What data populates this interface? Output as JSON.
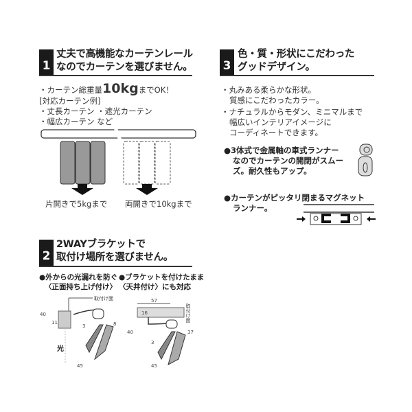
{
  "section1": {
    "number": "1",
    "title_line1": "丈夫で高機能なカーテンレール",
    "title_line2": "なのでカーテンを選びません。",
    "weight_prefix": "・カーテン総重量",
    "weight_value": "10kg",
    "weight_suffix": "までOK！",
    "examples_header": "[対応カーテン例]",
    "examples_line1": "・丈長カーテン ・遮光カーテン",
    "examples_line2": "・幅広カーテン など",
    "caption_single": "片開きで5kgまで",
    "caption_double": "両開きで10kgまで"
  },
  "section2": {
    "number": "2",
    "title_line1": "2WAYブラケットで",
    "title_line2": "取付け場所を選びません。",
    "left_label_line1": "●外からの光漏れを防ぐ",
    "left_label_line2": "〈正面持ち上げ付け〉",
    "right_label_line1": "●ブラケットを付けたまま",
    "right_label_line2": "〈天井付け〉にも対応",
    "left_diagram": {
      "mount_surface": "取付け面",
      "dim_40": "40",
      "dim_11": "11",
      "dim_3": "3",
      "dim_8": "8",
      "dim_45": "45",
      "light": "光"
    },
    "right_diagram": {
      "mount_surface": "取付け面",
      "dim_57": "57",
      "dim_16": "16",
      "dim_40": "40",
      "dim_37": "37",
      "dim_3": "3",
      "dim_45": "45"
    }
  },
  "section3": {
    "number": "3",
    "title_line1": "色・質・形状にこだわった",
    "title_line2": "グッドデザイン。",
    "bullet1_line1": "・丸みある柔らかな形状。",
    "bullet1_line2": "質感にこだわったカラー。",
    "bullet2_line1": "・ナチュラルからモダン、ミニマルまで",
    "bullet2_line2": "幅広いインテリアイメージに",
    "bullet2_line3": "コーディネートできます。",
    "runner_line1": "●3体式で金属軸の車式ランナー",
    "runner_line2": "なのでカーテンの開閉がスムー",
    "runner_line3": "ズ。耐久性もアップ。",
    "magnet_line1": "●カーテンがピッタリ閉まるマグネット",
    "magnet_line2": "ランナー。"
  }
}
